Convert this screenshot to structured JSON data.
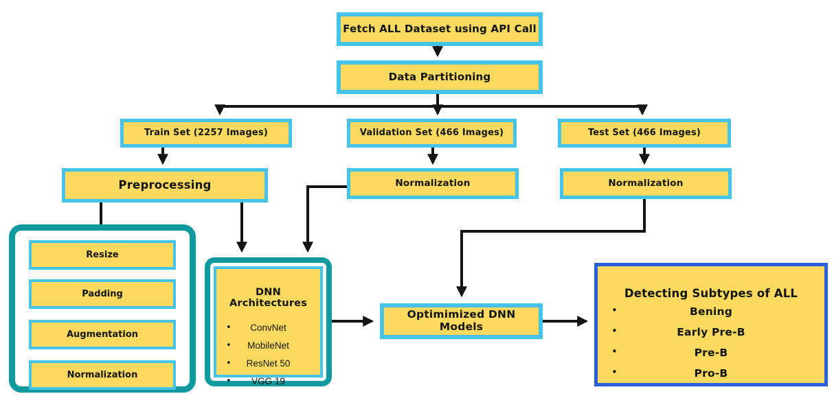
{
  "diagram": {
    "title": "ALL dataset deep-learning pipeline flowchart",
    "colors": {
      "box_fill": "#FBDA5F",
      "box_border": "#47C2E9",
      "group_border": "#10999E",
      "result_border": "#2B5FD9",
      "arrow": "#141414"
    },
    "nodes": {
      "fetch": "Fetch ALL Dataset using API Call",
      "partition": "Data Partitioning",
      "train": "Train Set (2257 Images)",
      "validation": "Validation Set (466 Images)",
      "test": "Test Set (466 Images)",
      "preprocessing": "Preprocessing",
      "normalization_validation": "Normalization",
      "normalization_test": "Normalization",
      "preprocessing_steps": [
        "Resize",
        "Padding",
        "Augmentation",
        "Normalization"
      ],
      "dnn": {
        "title": "DNN Architectures",
        "bullet": "•",
        "items": [
          "ConvNet",
          "MobileNet",
          "ResNet 50",
          "VGG 19"
        ]
      },
      "optimized": "Optimimized DNN Models",
      "detect": {
        "title": "Detecting Subtypes of ALL",
        "bullet": "•",
        "items": [
          "Bening",
          "Early Pre-B",
          "Pre-B",
          "Pro-B"
        ]
      }
    }
  }
}
